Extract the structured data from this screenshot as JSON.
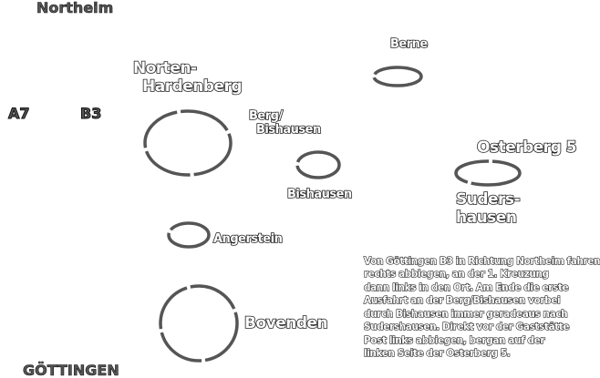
{
  "map": {
    "cities": {
      "north": "Northeim",
      "south": "GÖTTINGEN"
    },
    "roads": {
      "motorway": "A7",
      "federal": "B3"
    },
    "villages": {
      "nortenhardenberg_line1": "Norten-",
      "nortenhardenberg_line2": "Hardenberg",
      "bishausen_upper_line1": "Berg/",
      "bishausen_upper_line2": "Bishausen",
      "bishausen": "Bishausen",
      "sudershausen_line1": "Suders-",
      "sudershausen_line2": "hausen",
      "angerstein": "Angerstein",
      "bovenden": "Bovenden",
      "osterberg": "Osterberg 5",
      "top_village": "Berne"
    },
    "directions": [
      "Von Göttingen B3 in Richtung Northeim fahren,",
      "rechts abbiegen, an der 1. Kreuzung",
      "dann links in den Ort. Am Ende die erste",
      "Ausfahrt an der Berg/Bishausen vorbei",
      "durch Bishausen immer geradeaus nach",
      "Sudershausen. Direkt vor der Gaststätte",
      "Post links abbiegen, bergan auf der",
      "linken Seite der Osterberg 5."
    ]
  }
}
